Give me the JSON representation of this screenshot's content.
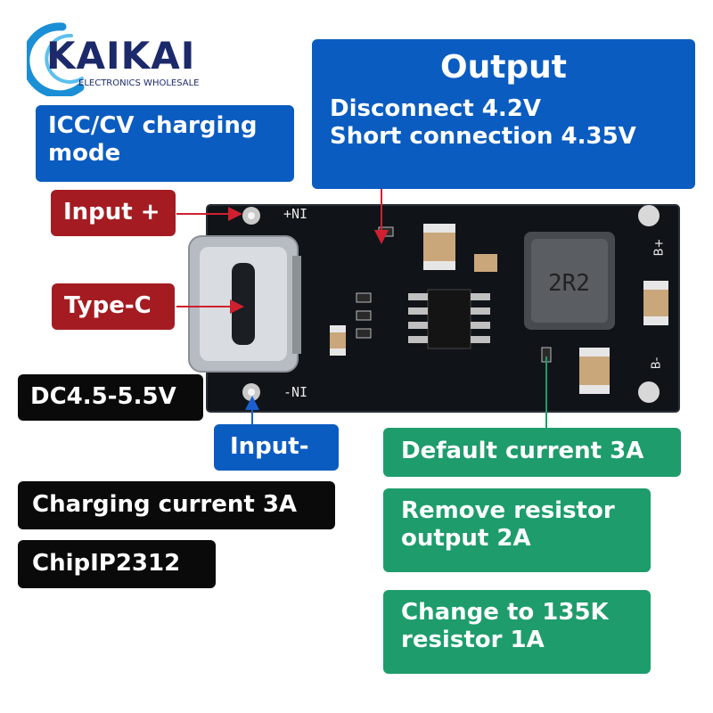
{
  "logo": {
    "brand": "KAIKAI",
    "tagline": "ELECTRONICS WHOLESALE"
  },
  "labels": {
    "icc_line1": "ICC/CV charging",
    "icc_line2": "mode",
    "input_plus": "Input +",
    "type_c": "Type-C",
    "dc_voltage": "DC4.5-5.5V",
    "input_minus": "Input-",
    "charging_current": "Charging current 3A",
    "chip": "ChipIP2312"
  },
  "output": {
    "title": "Output",
    "line1": "Disconnect 4.2V",
    "line2": "Short connection 4.35V"
  },
  "current": {
    "default": "Default current 3A",
    "remove_line1": "Remove resistor",
    "remove_line2": "output 2A",
    "change_line1": "Change to 135K",
    "change_line2": "resistor 1A"
  },
  "board": {
    "silk_plus_in": "+NI",
    "silk_minus_in": "-NI",
    "silk_b_plus": "B+",
    "silk_b_minus": "B-",
    "inductor": "2R2"
  },
  "colors": {
    "blue": "#0b5cc0",
    "red": "#a41c22",
    "black": "#0a0a0a",
    "green": "#1e9c6c",
    "pcb": "#101418"
  }
}
